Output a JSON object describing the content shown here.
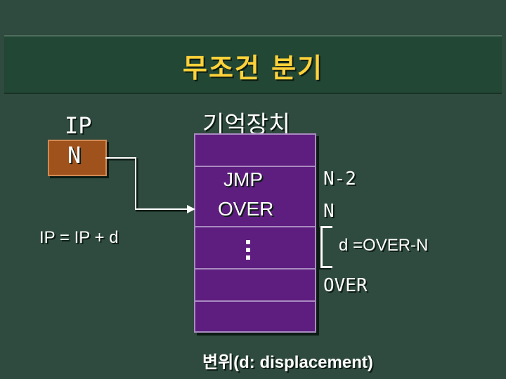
{
  "title": "무조건 분기",
  "ip": {
    "label": "IP",
    "value": "N",
    "formula": "IP = IP + d"
  },
  "memory": {
    "label": "기억장치",
    "jmp_text": "JMP",
    "operand_text": "OVER"
  },
  "addresses": {
    "n_minus_2": "N-2",
    "n": "N",
    "displacement": "d =OVER-N",
    "over": "OVER"
  },
  "caption": "변위(d: displacement)",
  "colors": {
    "title": "#ffd23a",
    "ip_box": "#a0521d",
    "memory_fill": "#5e1e7f",
    "background": "#2f4a3e"
  }
}
